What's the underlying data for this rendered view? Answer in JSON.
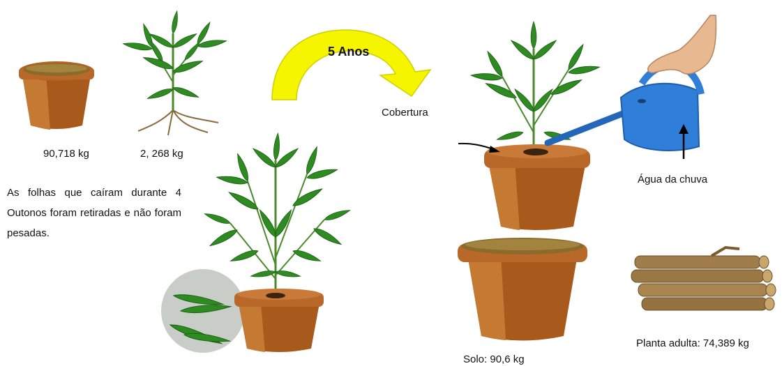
{
  "labels": {
    "initial_soil": "90,718 kg",
    "initial_plant": "2, 268 kg",
    "years": "5 Anos",
    "cover": "Cobertura",
    "rain_water": "Água da chuva",
    "final_soil": "Solo: 90,6 kg",
    "adult_plant": "Planta adulta: 74,389 kg"
  },
  "note": "As folhas que caíram durante 4 Outonos foram retiradas e não foram pesadas.",
  "colors": {
    "pot": "#b2631f",
    "pot_dark": "#8a4714",
    "soil": "#8c6a2a",
    "leaf": "#2e8b22",
    "arrow": "#f5f500",
    "watering_can": "#2f7fd8",
    "wood": "#9a7a4a"
  },
  "icons": [
    "empty-pot-icon",
    "seedling-icon",
    "growth-arrow-icon",
    "grown-plant-icon",
    "fallen-leaves-icon",
    "watering-can-icon",
    "hand-icon",
    "final-pot-icon",
    "logs-icon"
  ]
}
